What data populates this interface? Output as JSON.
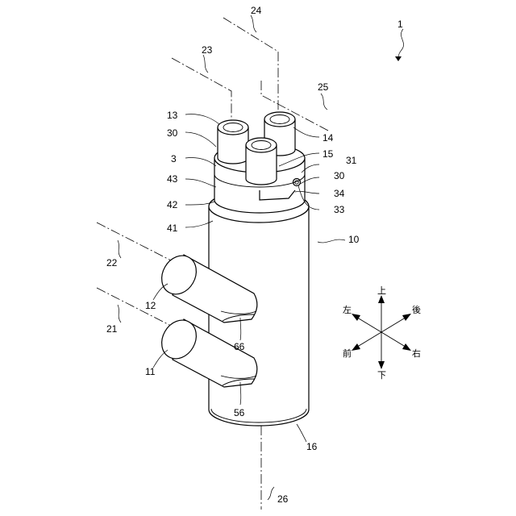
{
  "figure": {
    "callouts": {
      "c1": "1",
      "c3": "3",
      "c10": "10",
      "c11": "11",
      "c12": "12",
      "c13": "13",
      "c14": "14",
      "c15": "15",
      "c16": "16",
      "c21": "21",
      "c22": "22",
      "c23": "23",
      "c24": "24",
      "c25": "25",
      "c26": "26",
      "c30a": "30",
      "c30b": "30",
      "c31": "31",
      "c33": "33",
      "c34": "34",
      "c41": "41",
      "c42": "42",
      "c43": "43",
      "c56": "56",
      "c66": "66"
    },
    "directions": {
      "up": "上",
      "down": "下",
      "left": "左",
      "right": "右",
      "front": "前",
      "back": "後"
    }
  }
}
